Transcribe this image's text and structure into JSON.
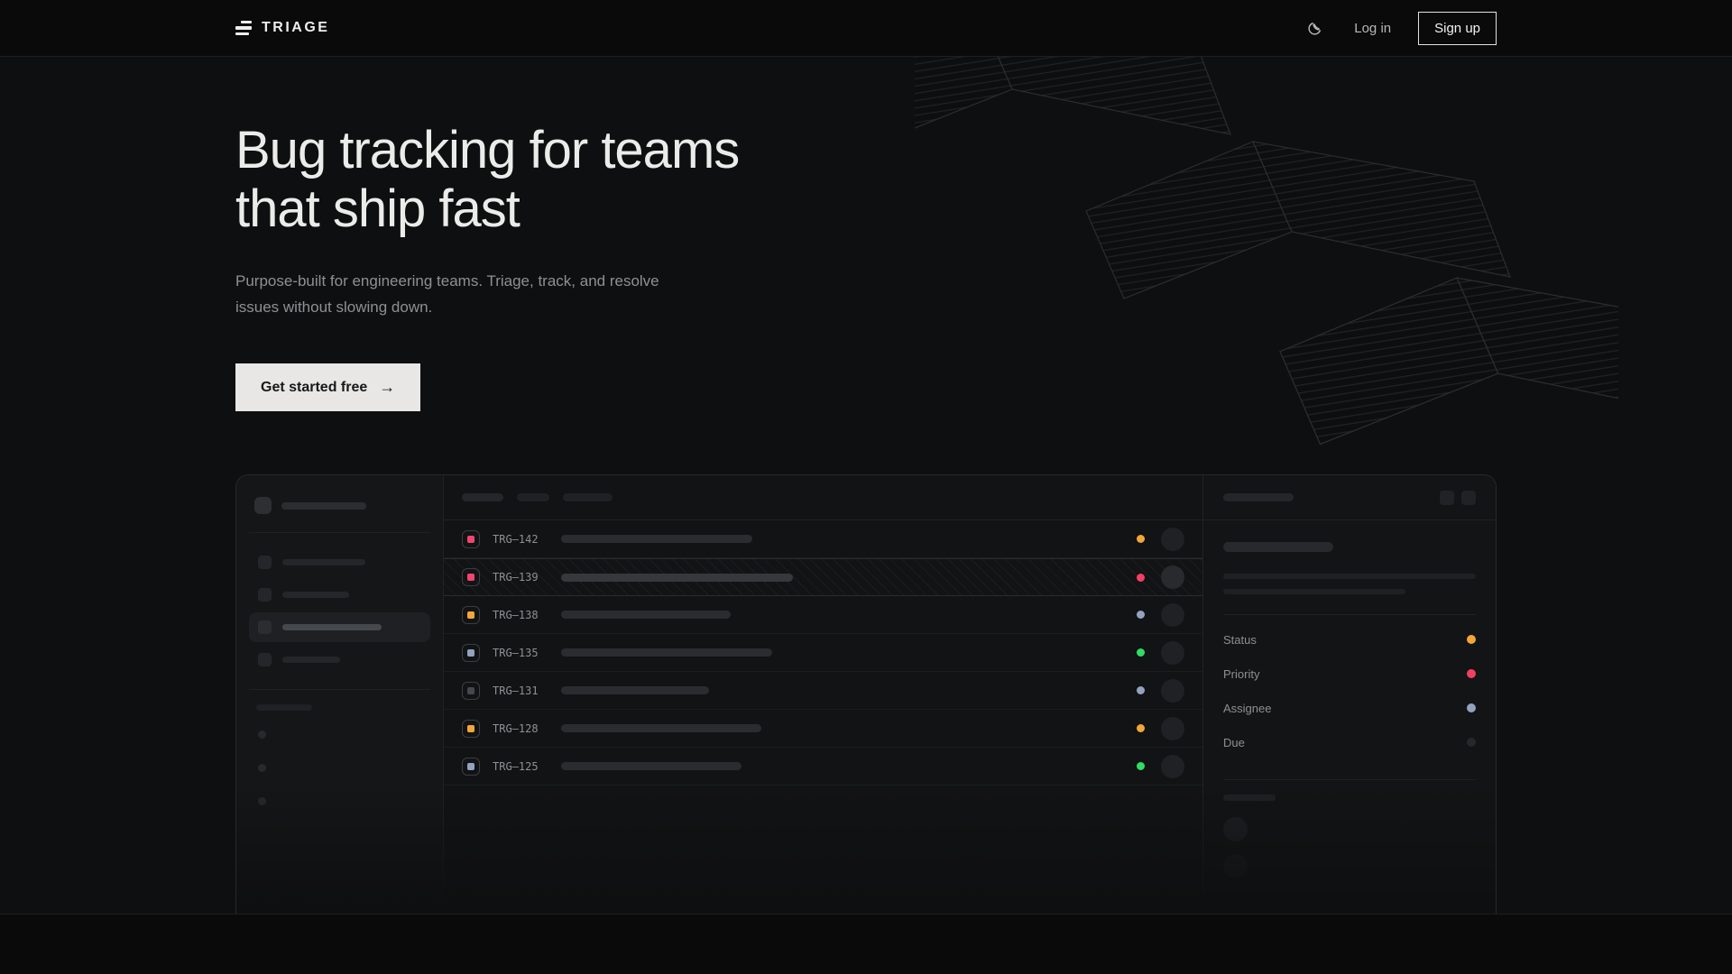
{
  "brand": {
    "name": "TRIAGE",
    "logo_icon": "triage-bars"
  },
  "nav": {
    "theme_icon": "moon",
    "login_label": "Log in",
    "signup_label": "Sign up"
  },
  "hero": {
    "title_line1": "Bug tracking for teams",
    "title_line2": "that ship fast",
    "subtitle": "Purpose-built for engineering teams. Triage, track, and resolve issues without slowing down.",
    "cta_label": "Get started free",
    "cta_arrow_icon": "→"
  },
  "colors": {
    "pink": "#f0456f",
    "amber": "#f2a63a",
    "slate": "#92a2bf",
    "green": "#2fdd64",
    "dim": "#45484c",
    "muted_dark": "#26282b"
  },
  "app_preview": {
    "issues": [
      {
        "id": "TRG–142",
        "icon_color": "#f0456f",
        "status_color": "#f2a63a",
        "title_bar_width": 212,
        "selected": false
      },
      {
        "id": "TRG–139",
        "icon_color": "#f0456f",
        "status_color": "#f43f63",
        "title_bar_width": 257,
        "selected": true
      },
      {
        "id": "TRG–138",
        "icon_color": "#f2a63a",
        "status_color": "#92a2bf",
        "title_bar_width": 188,
        "selected": false
      },
      {
        "id": "TRG–135",
        "icon_color": "#92a2bf",
        "status_color": "#2fdd64",
        "title_bar_width": 234,
        "selected": false
      },
      {
        "id": "TRG–131",
        "icon_color": "#45484c",
        "status_color": "#92a2bf",
        "title_bar_width": 164,
        "selected": false
      },
      {
        "id": "TRG–128",
        "icon_color": "#f2a63a",
        "status_color": "#f2a63a",
        "title_bar_width": 222,
        "selected": false
      },
      {
        "id": "TRG–125",
        "icon_color": "#92a2bf",
        "status_color": "#2fdd64",
        "title_bar_width": 200,
        "selected": false
      }
    ],
    "detail_fields": [
      {
        "label": "Status",
        "color": "#f2a63a"
      },
      {
        "label": "Priority",
        "color": "#f43f63"
      },
      {
        "label": "Assignee",
        "color": "#92a2bf"
      },
      {
        "label": "Due",
        "color": "#26282b"
      }
    ]
  }
}
